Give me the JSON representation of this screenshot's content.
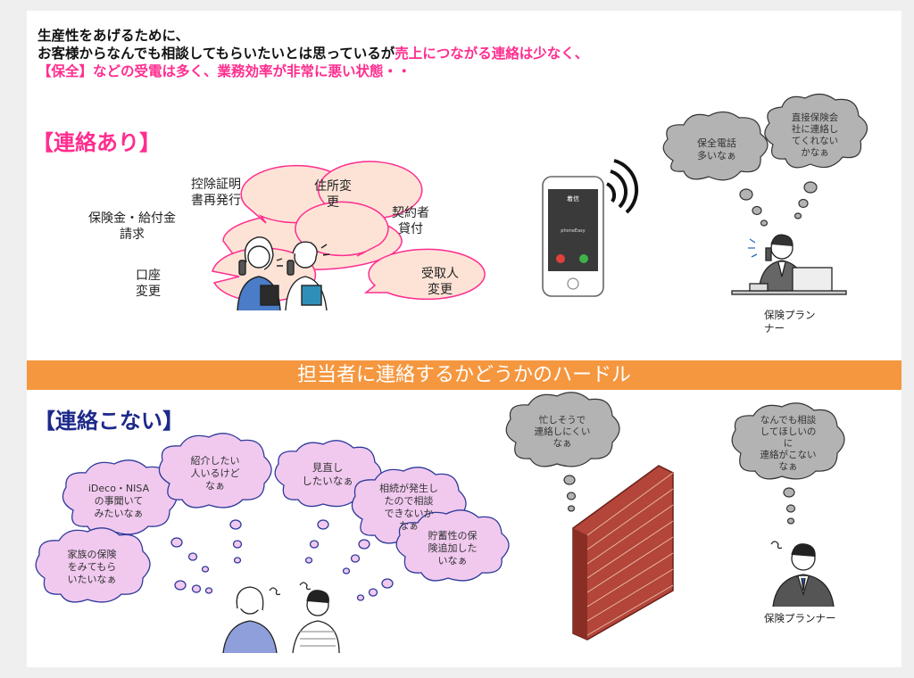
{
  "intro": {
    "line1": "生産性をあげるために、",
    "line2_a": "お客様からなんでも相談してもらいたいとは思っているが",
    "line2_b": "売上につながる連絡は少なく、",
    "line3": "【保全】などの受電は多く、業務効率が非常に悪い状態・・"
  },
  "top": {
    "title": "【連絡あり】",
    "bubbles": [
      "保険金・給付金\n請求",
      "控除証明\n書再発行",
      "住所変\n更",
      "契約者\n貸付",
      "口座\n変更",
      "受取人\n変更"
    ],
    "phone": {
      "screen_title": "着信",
      "caller": "phoneEasy"
    },
    "clouds": [
      "保全電話\n多いなぁ",
      "直接保険会\n社に連絡し\nてくれない\nかなぁ"
    ],
    "planner_label": "保険プラン\nナー"
  },
  "banner": "担当者に連絡するかどうかのハードル",
  "bottom": {
    "title": "【連絡こない】",
    "clouds": [
      "iDeco・NISA\nの事聞いて\nみたいなぁ",
      "紹介したい\n人いるけど\nなぁ",
      "見直し\nしたいなぁ",
      "相続が発生し\nたので相談\nできないか\nなぁ",
      "家族の保険\nをみてもら\nいたいなぁ",
      "貯蓄性の保\n険追加した\nいなぁ"
    ],
    "wall_cloud": "忙しそうで\n連絡しにくい\nなぁ",
    "planner_cloud": "なんでも相談\nしてほしいの\nに\n連絡がこない\nなぁ",
    "planner_label": "保険プランナー"
  },
  "colors": {
    "pink": "#ff2d8f",
    "banner": "#f5973f",
    "bubble_fill": "#fde3d6",
    "cloud_pink": "#f1c9ef",
    "cloud_gray": "#b3b3b3",
    "brick": "#b3453a"
  }
}
